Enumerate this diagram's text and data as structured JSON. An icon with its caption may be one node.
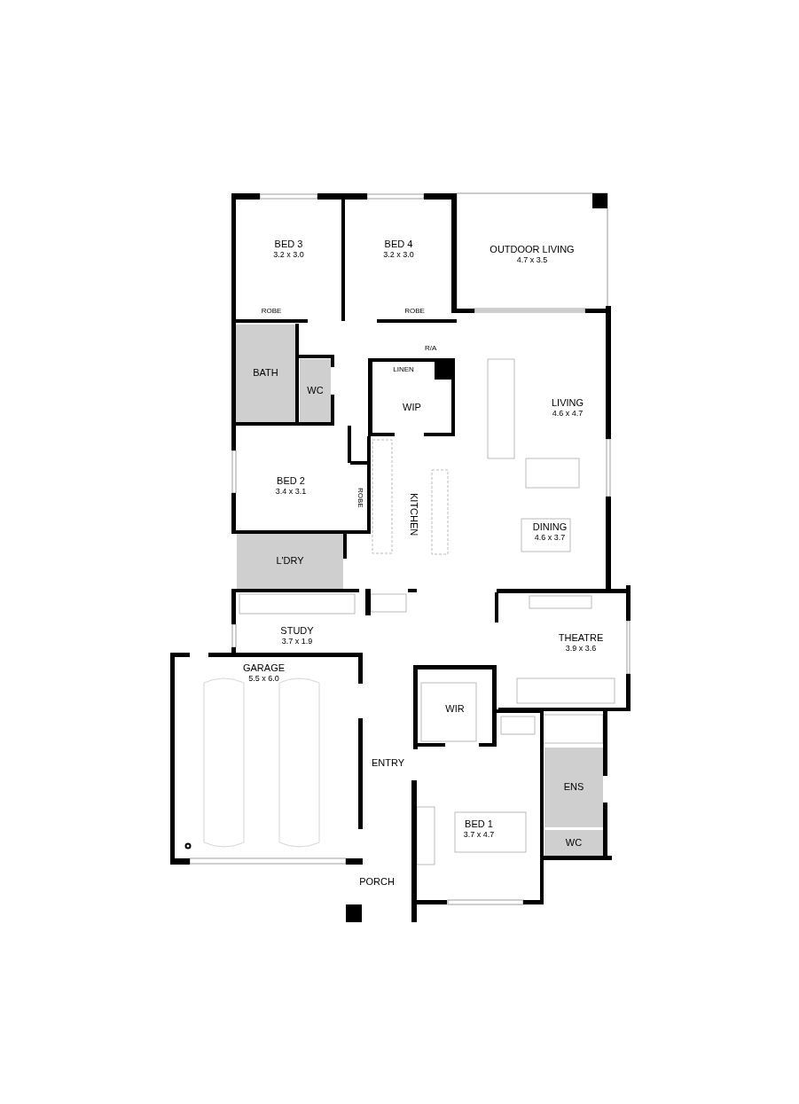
{
  "diagram": {
    "nodes": [
      {
        "text": [
          "BED 3",
          "3.2 x 3.0"
        ]
      },
      {
        "text": [
          "BED 4",
          "3.2 x 3.0"
        ]
      },
      {
        "text": [
          "OUTDOOR LIVING",
          "4.7 x 3.5"
        ]
      },
      {
        "text": [
          "ROBE"
        ]
      },
      {
        "text": [
          "ROBE"
        ]
      },
      {
        "text": [
          "BATH"
        ]
      },
      {
        "text": [
          "WC"
        ]
      },
      {
        "text": [
          "LINEN"
        ]
      },
      {
        "text": [
          "WIP"
        ]
      },
      {
        "text": [
          "LIVING",
          "4.6 x 4.7"
        ]
      },
      {
        "text": [
          "BED 2",
          "3.4 x 3.1"
        ]
      },
      {
        "text": [
          "ROBE"
        ]
      },
      {
        "text": [
          "KITCHEN"
        ]
      },
      {
        "text": [
          "DINING",
          "4.6 x 3.7"
        ]
      },
      {
        "text": [
          "L'DRY"
        ]
      },
      {
        "text": [
          "STUDY",
          "3.7 x 1.9"
        ]
      },
      {
        "text": [
          "THEATRE",
          "3.9 x 3.6"
        ]
      },
      {
        "text": [
          "GARAGE",
          "5.5 x 6.0"
        ]
      },
      {
        "text": [
          "WIR"
        ]
      },
      {
        "text": [
          "ENTRY"
        ]
      },
      {
        "text": [
          "ENS"
        ]
      },
      {
        "text": [
          "BED 1",
          "3.7 x 4.7"
        ]
      },
      {
        "text": [
          "WC"
        ]
      },
      {
        "text": [
          "PORCH"
        ]
      }
    ],
    "labels": [
      "R/A"
    ]
  }
}
